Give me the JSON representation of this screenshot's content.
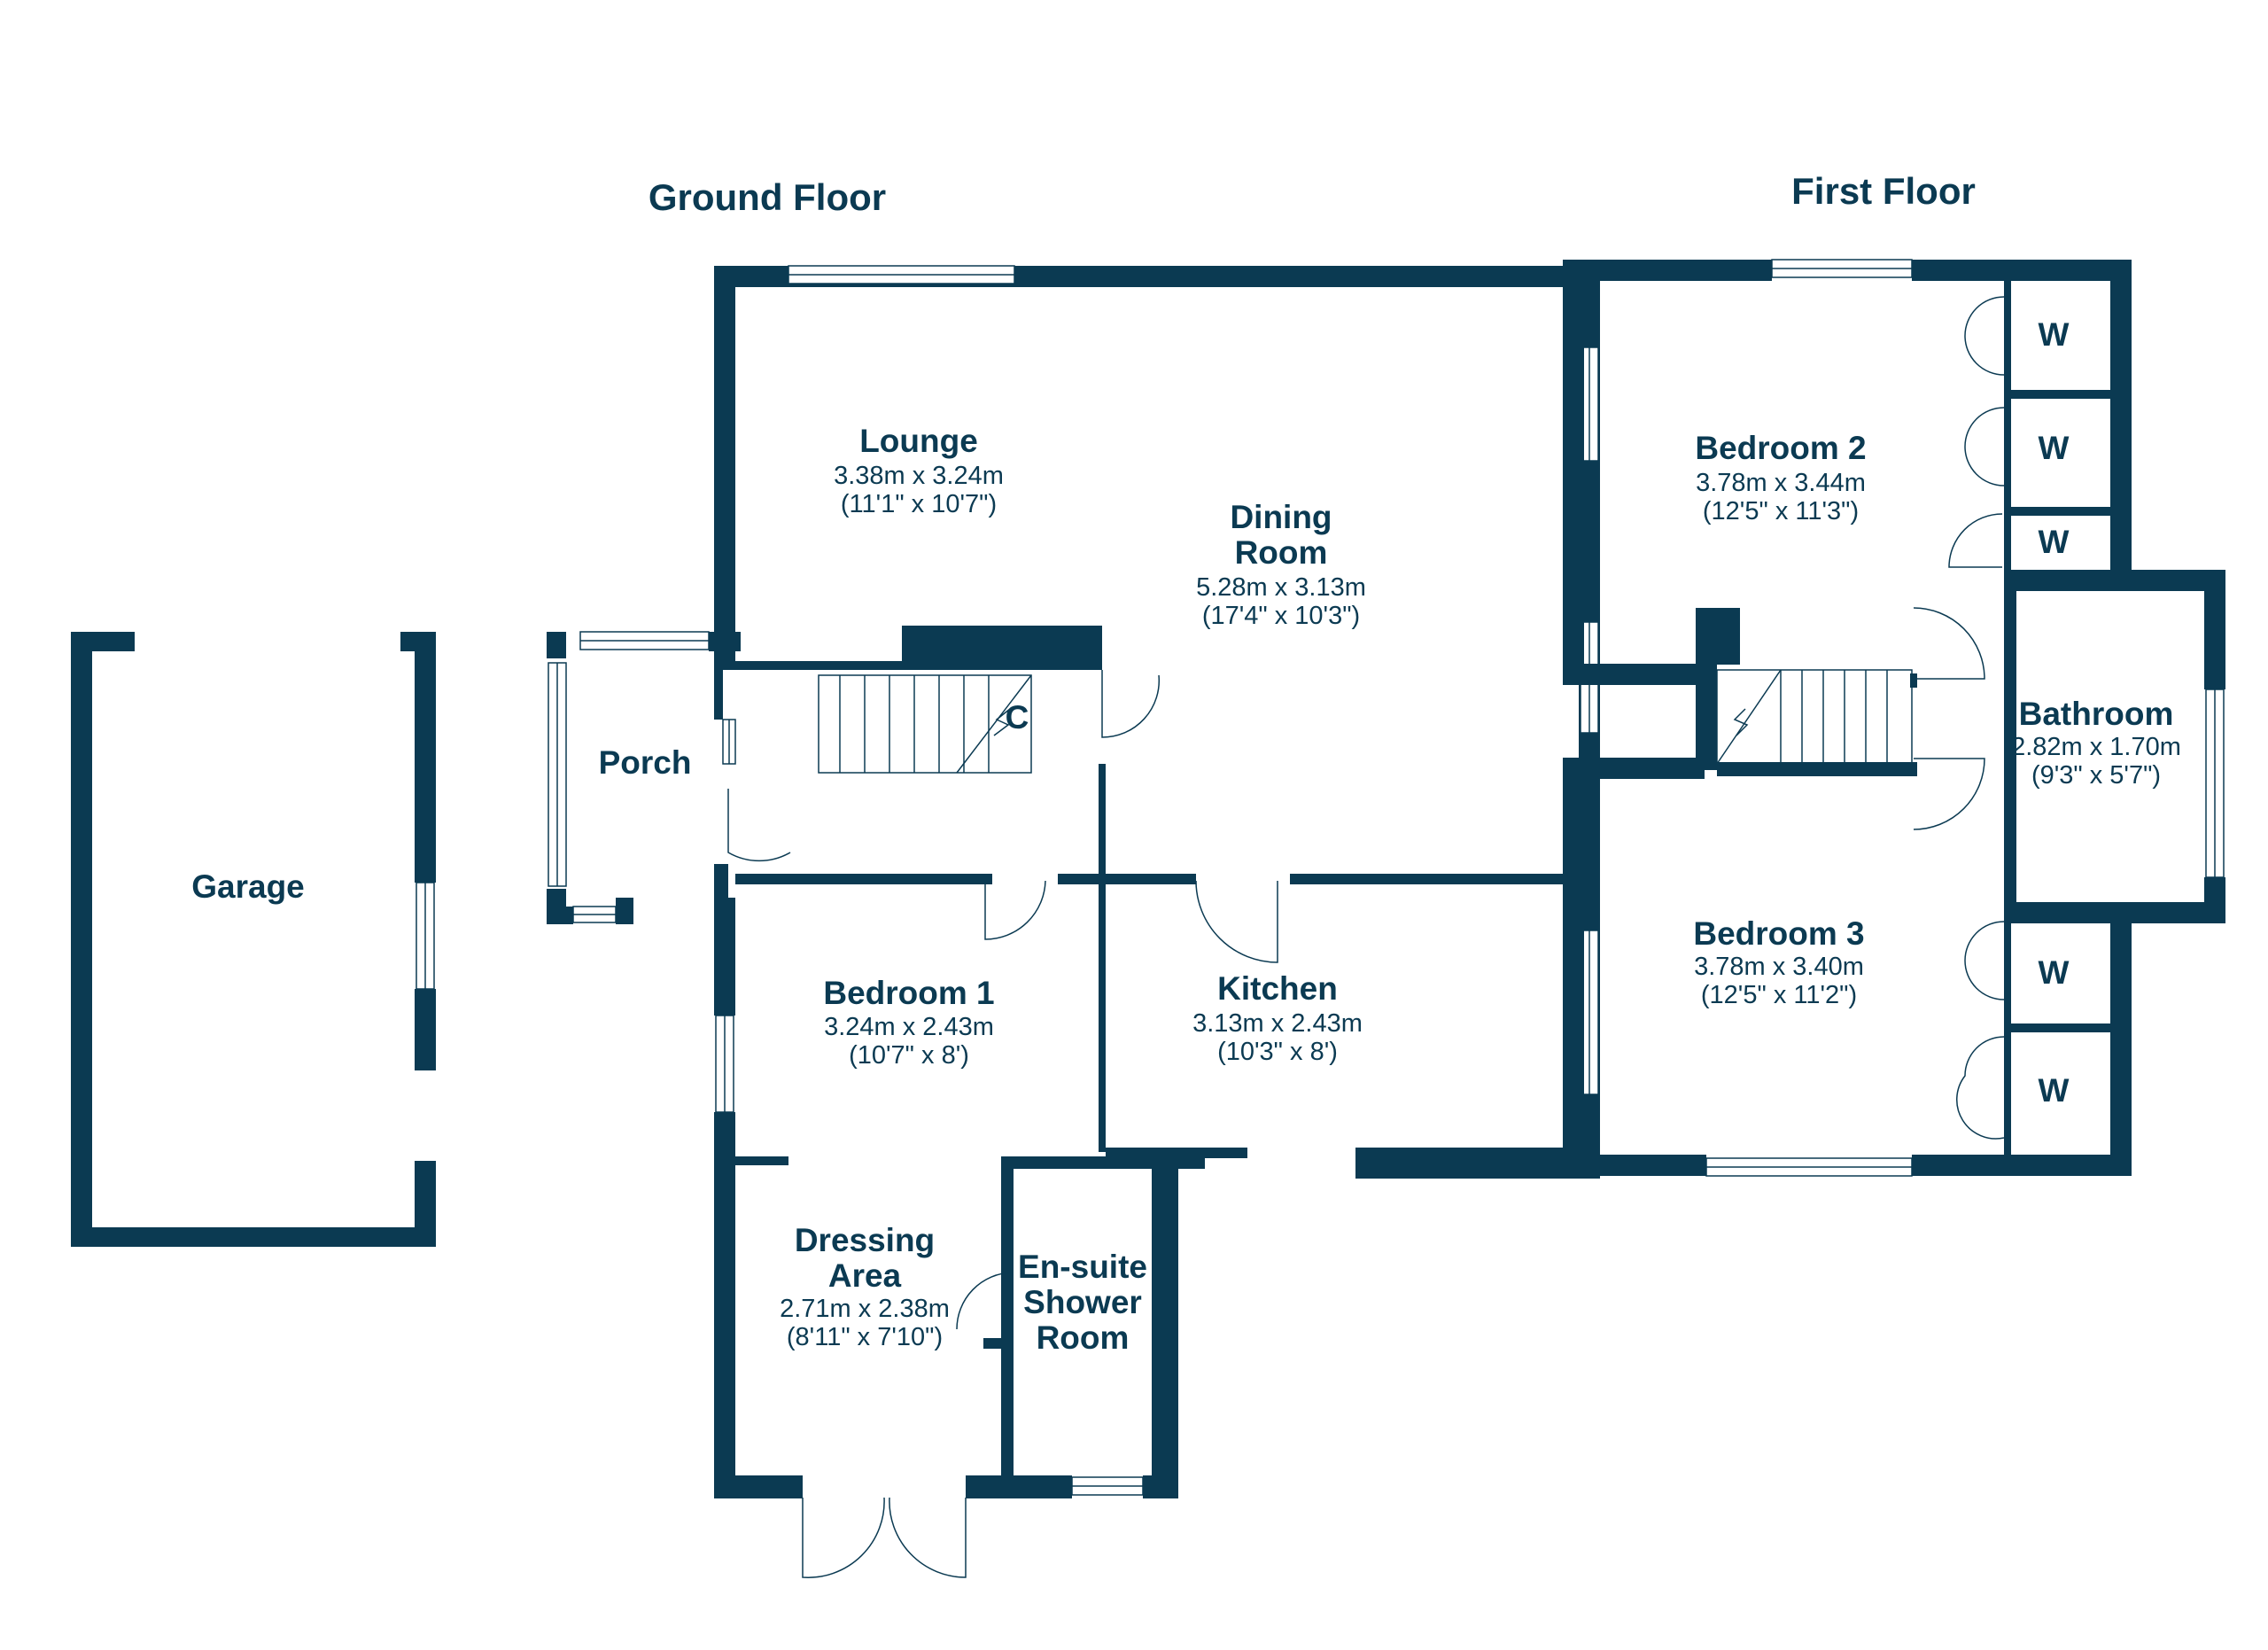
{
  "floors": {
    "ground": {
      "title": "Ground Floor"
    },
    "first": {
      "title": "First Floor"
    }
  },
  "rooms": {
    "garage": {
      "name": "Garage"
    },
    "porch": {
      "name": "Porch"
    },
    "lounge": {
      "name": "Lounge",
      "metric": "3.38m x 3.24m",
      "imperial": "(11'1\" x 10'7\")"
    },
    "dining": {
      "name_line1": "Dining",
      "name_line2": "Room",
      "metric": "5.28m x 3.13m",
      "imperial": "(17'4\" x 10'3\")"
    },
    "cupboard": {
      "name": "C"
    },
    "bedroom1": {
      "name": "Bedroom 1",
      "metric": "3.24m x 2.43m",
      "imperial": "(10'7\" x 8')"
    },
    "kitchen": {
      "name": "Kitchen",
      "metric": "3.13m x 2.43m",
      "imperial": "(10'3\" x 8')"
    },
    "dressing": {
      "name_line1": "Dressing",
      "name_line2": "Area",
      "metric": "2.71m x 2.38m",
      "imperial": "(8'11\" x 7'10\")"
    },
    "ensuite": {
      "name_line1": "En-suite",
      "name_line2": "Shower",
      "name_line3": "Room"
    },
    "bedroom2": {
      "name": "Bedroom 2",
      "metric": "3.78m x 3.44m",
      "imperial": "(12'5\" x 11'3\")"
    },
    "bedroom3": {
      "name": "Bedroom 3",
      "metric": "3.78m x 3.40m",
      "imperial": "(12'5\" x 11'2\")"
    },
    "bathroom": {
      "name": "Bathroom",
      "metric": "2.82m x 1.70m",
      "imperial": "(9'3\" x 5'7\")"
    },
    "wardrobe": {
      "label": "W"
    }
  },
  "colors": {
    "wall": "#0b3a52",
    "background": "#ffffff"
  }
}
